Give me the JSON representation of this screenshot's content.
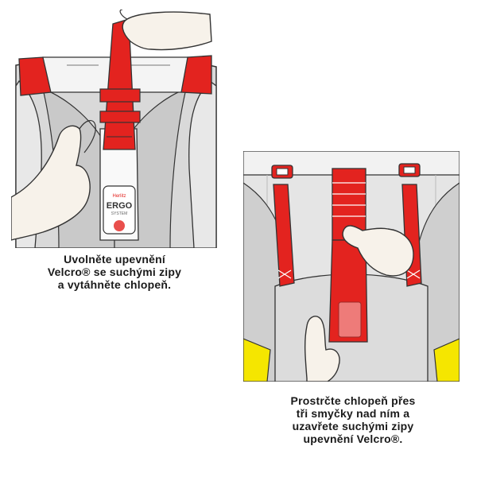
{
  "panels": {
    "left": {
      "caption_lines": [
        "Uvolněte upevnění",
        "Velcro® se suchými zipy",
        "a vytáhněte chlopeň."
      ],
      "label_brand": "Herlitz",
      "label_title": "ERGO",
      "label_sub": "SYSTEM"
    },
    "right": {
      "caption_lines": [
        "Prostrčte chlopeň přes",
        "tři smyčky nad ním a",
        "uzavřete suchými zipy",
        "upevnění Velcro®."
      ]
    }
  },
  "colors": {
    "strap_red": "#e3231f",
    "bag_gray": "#d8d8d8",
    "bag_light": "#ececec",
    "skin": "#f7f2ea",
    "accent_yellow": "#f5e600"
  }
}
